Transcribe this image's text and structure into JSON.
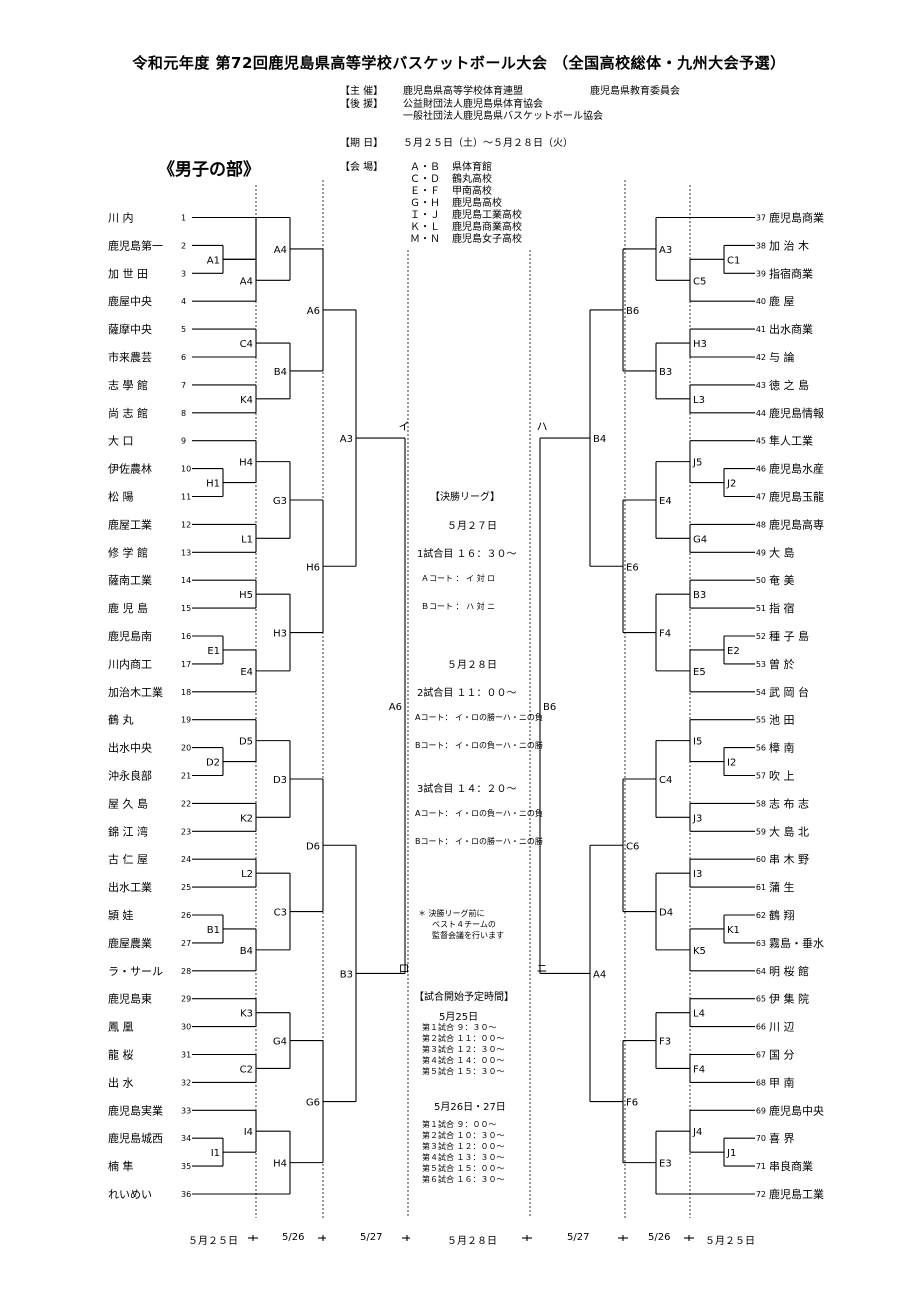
{
  "title": "令和元年度 第72回鹿児島県高等学校バスケットボール大会 （全国高校総体・九州大会予選）",
  "organizer": {
    "label": "【主 催】",
    "values": [
      "鹿児島県高等学校体育連盟",
      "鹿児島県教育委員会"
    ]
  },
  "support": {
    "label": "【後 援】",
    "values": [
      "公益財団法人鹿児島県体育協会",
      "一般社団法人鹿児島県バスケットボール協会"
    ]
  },
  "dates": {
    "label": "【期 日】",
    "value": "５月２５日（土）～５月２８日（火）"
  },
  "venue": {
    "label": "【会 場】",
    "items": [
      {
        "courts": "Ａ・Ｂ",
        "name": "県体育館"
      },
      {
        "courts": "Ｃ・Ｄ",
        "name": "鶴丸高校"
      },
      {
        "courts": "Ｅ・Ｆ",
        "name": "甲南高校"
      },
      {
        "courts": "Ｇ・Ｈ",
        "name": "鹿児島高校"
      },
      {
        "courts": "Ｉ・Ｊ",
        "name": "鹿児島工業高校"
      },
      {
        "courts": "Ｋ・Ｌ",
        "name": "鹿児島商業高校"
      },
      {
        "courts": "Ｍ・Ｎ",
        "name": "鹿児島女子高校"
      }
    ]
  },
  "section_title": "《男子の部》",
  "left_teams": [
    "川 内",
    "鹿児島第一",
    "加 世 田",
    "鹿屋中央",
    "薩摩中央",
    "市来農芸",
    "志 學 館",
    "尚 志 館",
    "大 口",
    "伊佐農林",
    "松 陽",
    "鹿屋工業",
    "修 学 館",
    "薩南工業",
    "鹿 児 島",
    "鹿児島南",
    "川内商工",
    "加治木工業",
    "鶴 丸",
    "出水中央",
    "沖永良部",
    "屋 久 島",
    "錦 江 湾",
    "古 仁 屋",
    "出水工業",
    "頴 娃",
    "鹿屋農業",
    "ラ・サール",
    "鹿児島東",
    "鳳 凰",
    "龍 桜",
    "出 水",
    "鹿児島実業",
    "鹿児島城西",
    "楠 隼",
    "れいめい"
  ],
  "right_teams": [
    "鹿児島商業",
    "加 治 木",
    "指宿商業",
    "鹿 屋",
    "出水商業",
    "与 論",
    "徳 之 島",
    "鹿児島情報",
    "隼人工業",
    "鹿児島水産",
    "鹿児島玉龍",
    "鹿児島高専",
    "大 島",
    "奄 美",
    "指 宿",
    "種 子 島",
    "曽 於",
    "武 岡 台",
    "池 田",
    "樟 南",
    "吹 上",
    "志 布 志",
    "大 島 北",
    "串 木 野",
    "蒲 生",
    "鶴 翔",
    "霧島・垂水",
    "明 桜 館",
    "伊 集 院",
    "川 辺",
    "国 分",
    "甲 南",
    "鹿児島中央",
    "喜 界",
    "串良商業",
    "鹿児島工業"
  ],
  "left_codes": {
    "r1": [
      "A1",
      "H1",
      "E1",
      "D2",
      "B1",
      "I1"
    ],
    "r2": [
      "A4",
      "C4",
      "K4",
      "H4",
      "L1",
      "H5",
      "E4",
      "D5",
      "K2",
      "L2",
      "B4",
      "K3",
      "C2",
      "I4"
    ],
    "r3": [
      "A4",
      "B4",
      "G3",
      "H3",
      "D3",
      "C3",
      "G4",
      "H4"
    ],
    "r4": [
      "A6",
      "H6",
      "D6",
      "G6"
    ],
    "r5": [
      "A3",
      "B3"
    ],
    "r6": "A6"
  },
  "right_codes": {
    "r1": [
      "C1",
      "J2",
      "E2",
      "I2",
      "K1",
      "J1"
    ],
    "r2": [
      "C5",
      "H3",
      "L3",
      "J5",
      "G4",
      "B3",
      "E5",
      "I5",
      "J3",
      "I3",
      "K5",
      "L4",
      "F4",
      "J4"
    ],
    "r3": [
      "A3",
      "B3",
      "E4",
      "F4",
      "C4",
      "D4",
      "F3",
      "E3"
    ],
    "r4": [
      "B6",
      "E6",
      "C6",
      "F6"
    ],
    "r5": [
      "B4",
      "A4"
    ],
    "r6": "B6"
  },
  "pools": [
    "イ",
    "ロ",
    "ハ",
    "ニ"
  ],
  "final_league": {
    "title": "【決勝リーグ】",
    "day1": "５月２７日",
    "game1": "1試合目 １６：３０～",
    "game1_a": "Ａコート ： イ 対 ロ",
    "game1_b": "Ｂコート ： ハ 対 ニ",
    "day2": "５月２８日",
    "game2": "2試合目 １１：００～",
    "game2_a": "Aコート： イ・ロの勝ーハ・ニの負",
    "game2_b": "Bコート： イ・ロの負ーハ・ニの勝",
    "game3": "3試合目 １４：２０～",
    "game3_a": "Aコート： イ・ロの負ーハ・ニの負",
    "game3_b": "Bコート： イ・ロの勝ーハ・ニの勝",
    "note": [
      "＊ 決勝リーグ前に",
      "ベスト４チームの",
      "監督会議を行います"
    ]
  },
  "schedule": {
    "title": "【試合開始予定時間】",
    "day1": "5月25日",
    "day1_games": [
      "第１試合 ９：３０～",
      "第２試合 １１：００～",
      "第３試合 １２：３０～",
      "第４試合 １４：００～",
      "第５試合 １５：３０～"
    ],
    "day2": "5月26日・27日",
    "day2_games": [
      "第１試合 ９：００～",
      "第２試合 １０：３０～",
      "第３試合 １２：００～",
      "第４試合 １３：３０～",
      "第５試合 １５：００～",
      "第６試合 １６：３０～"
    ]
  },
  "bottom_dates": [
    "５月２５日",
    "5/26",
    "5/27",
    "５月２８日",
    "5/27",
    "5/26",
    "５月２５日"
  ]
}
